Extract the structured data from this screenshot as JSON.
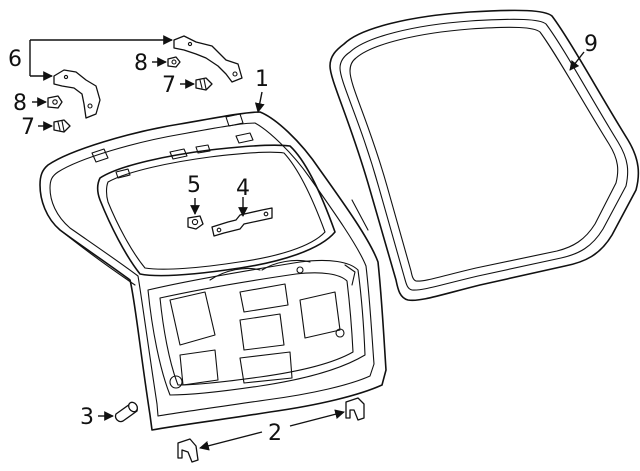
{
  "callouts": {
    "c1": "1",
    "c2": "2",
    "c3": "3",
    "c4": "4",
    "c5": "5",
    "c6": "6",
    "c7a": "7",
    "c7b": "7",
    "c8a": "8",
    "c8b": "8",
    "c9": "9"
  },
  "parts": [
    {
      "ref": "1",
      "name": "liftgate"
    },
    {
      "ref": "2",
      "name": "bumper"
    },
    {
      "ref": "3",
      "name": "bumper"
    },
    {
      "ref": "4",
      "name": "bracket"
    },
    {
      "ref": "5",
      "name": "nut"
    },
    {
      "ref": "6",
      "name": "hinge"
    },
    {
      "ref": "7",
      "name": "bolt"
    },
    {
      "ref": "8",
      "name": "nut"
    },
    {
      "ref": "9",
      "name": "weatherstrip"
    }
  ],
  "colors": {
    "line": "#111111",
    "background": "#ffffff"
  }
}
